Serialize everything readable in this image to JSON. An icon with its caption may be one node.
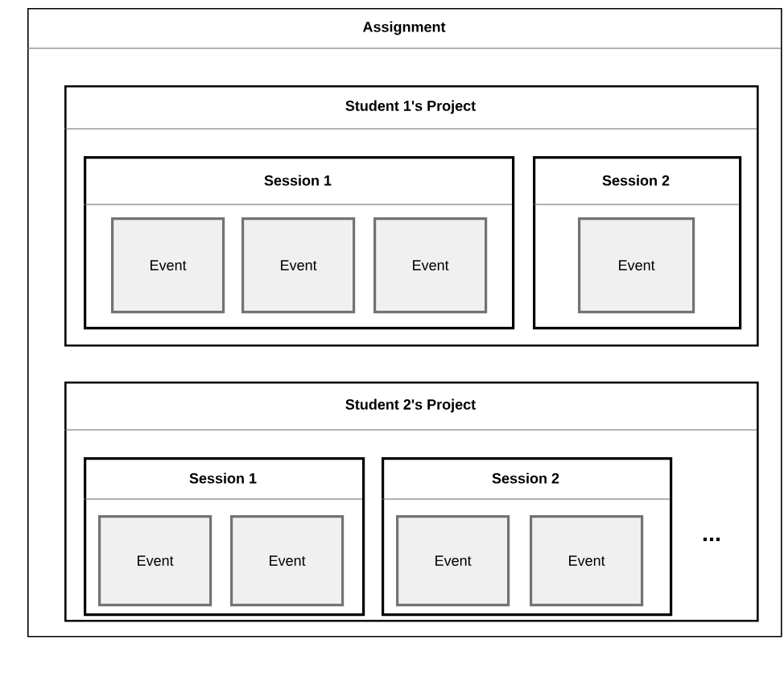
{
  "diagram": {
    "nodes": [
      {
        "text": [
          "Assignment"
        ]
      },
      {
        "text": [
          "Student 1's Project"
        ],
        "in": 0
      },
      {
        "text": [
          "Session 1"
        ],
        "in": 1
      },
      {
        "text": [
          "Event"
        ],
        "in": 2
      },
      {
        "text": [
          "Event"
        ],
        "in": 2
      },
      {
        "text": [
          "Event"
        ],
        "in": 2
      },
      {
        "text": [
          "Session 2"
        ],
        "in": 1
      },
      {
        "text": [
          "Event"
        ],
        "in": 6
      },
      {
        "text": [
          "Student 2's Project"
        ],
        "in": 0
      },
      {
        "text": [
          "Session 1"
        ],
        "in": 8
      },
      {
        "text": [
          "Event"
        ],
        "in": 9
      },
      {
        "text": [
          "Event"
        ],
        "in": 9
      },
      {
        "text": [
          "Session 2"
        ],
        "in": 8
      },
      {
        "text": [
          "Event"
        ],
        "in": 12
      },
      {
        "text": [
          "Event"
        ],
        "in": 12
      }
    ],
    "labels": [
      "..."
    ]
  }
}
